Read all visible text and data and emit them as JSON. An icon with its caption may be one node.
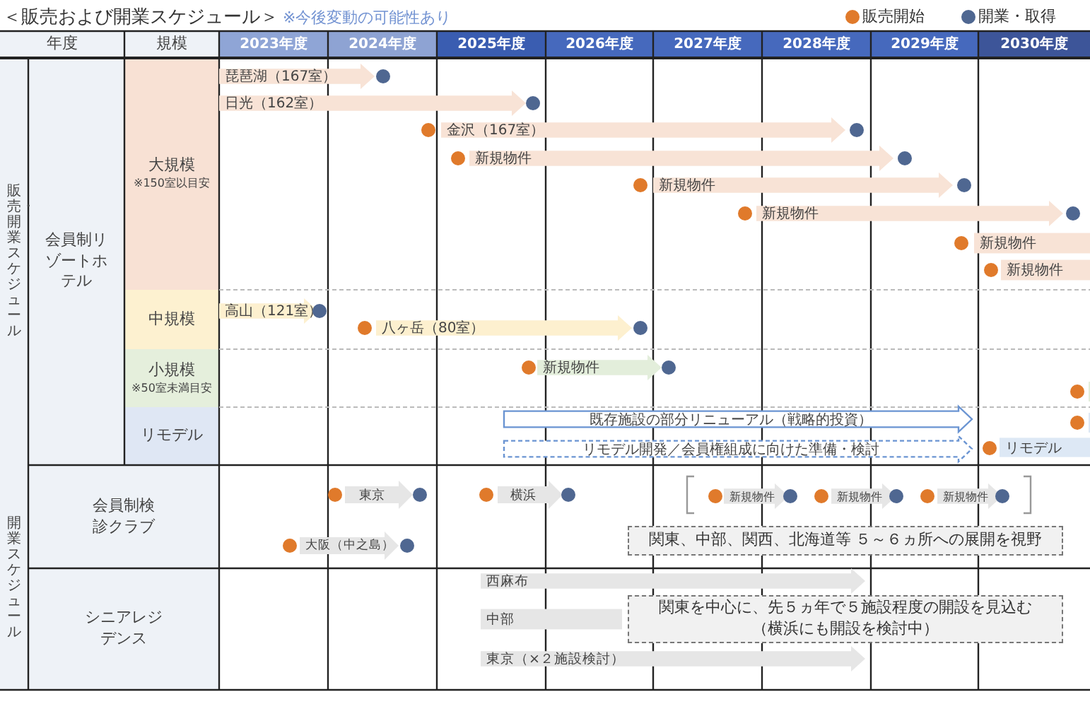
{
  "diagram": {
    "title": "＜販売および開業スケジュール＞",
    "nodes": [
      {
        "text": [
          "琵琶湖（167室）"
        ]
      },
      {
        "text": [
          "日光（162室）"
        ]
      },
      {
        "text": [
          "金沢（167室）"
        ]
      },
      {
        "text": [
          "新規物件"
        ]
      },
      {
        "text": [
          "新規物件"
        ]
      },
      {
        "text": [
          "新規物件"
        ]
      },
      {
        "text": [
          "新規物件"
        ]
      },
      {
        "text": [
          "新規物件"
        ]
      },
      {
        "text": [
          "高山（121室）"
        ]
      },
      {
        "text": [
          "八ヶ岳（80室）"
        ]
      },
      {
        "text": [
          "新規物件"
        ]
      },
      {
        "text": [
          "既存施設の部分リニューアル（戦略的投資）"
        ]
      },
      {
        "text": [
          "リモデル開発／会員権組成に向けた準備・検討"
        ]
      },
      {
        "text": [
          "リモデル"
        ]
      },
      {
        "text": [
          "東京"
        ]
      },
      {
        "text": [
          "横浜"
        ]
      },
      {
        "text": [
          "大阪（中之島）"
        ]
      },
      {
        "text": [
          "新規物件"
        ]
      },
      {
        "text": [
          "新規物件"
        ]
      },
      {
        "text": [
          "新規物件"
        ]
      },
      {
        "text": [
          "関東、中部、関西、北海道等 ５～６ヵ所への展開を視野"
        ]
      },
      {
        "text": [
          "西麻布"
        ]
      },
      {
        "text": [
          "中部"
        ]
      },
      {
        "text": [
          "東京（×２施設検討）"
        ]
      },
      {
        "text": [
          "関東を中心に、先５ヵ年で５施設程度の開設を見込む",
          "（横浜にも開設を検討中）"
        ]
      }
    ],
    "labels": [
      "※今後変動の可能性あり",
      "年度",
      "規模",
      "2023年度",
      "2024年度",
      "2025年度",
      "2026年度",
      "2027年度",
      "2028年度",
      "2029年度",
      "2030年度",
      "販売・開業スケジュール",
      "会員制リゾートホテル",
      "大規模",
      "※150室以目安",
      "中規模",
      "小規模",
      "※50室未満目安",
      "リモデル",
      "開業スケジュール",
      "会員制検診クラブ",
      "シニアレジデンス"
    ],
    "legend": [
      {
        "text": "販売開始",
        "color": "#e07a2b"
      },
      {
        "text": "開業・取得",
        "color": "#4f6791"
      }
    ]
  }
}
